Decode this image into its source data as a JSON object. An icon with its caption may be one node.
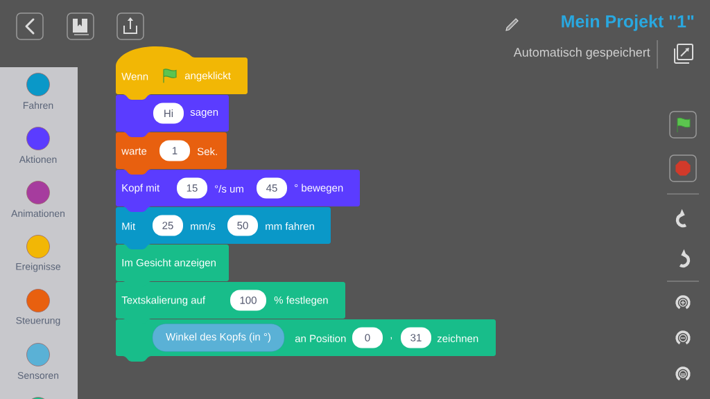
{
  "diagram": {
    "title": "Mein Projekt \"1\"",
    "nodes": [
      {
        "text": [
          "Fahren"
        ]
      },
      {
        "text": [
          "Aktionen"
        ]
      },
      {
        "text": [
          "Animationen"
        ]
      },
      {
        "text": [
          "Ereignisse"
        ]
      },
      {
        "text": [
          "Steuerung"
        ]
      },
      {
        "text": [
          "Sensoren"
        ]
      },
      {
        "text": [],
        "shape": "circle"
      },
      {
        "text": [
          "Wenn",
          "angeklickt"
        ]
      },
      {
        "text": [
          "sagen"
        ]
      },
      {
        "text": [
          "Hi"
        ],
        "in": 8
      },
      {
        "text": [
          "warte",
          "Sek."
        ]
      },
      {
        "text": [
          "1"
        ],
        "in": 10
      },
      {
        "text": [
          "Kopf mit",
          "°/s um",
          "° bewegen"
        ]
      },
      {
        "text": [
          "15"
        ],
        "in": 12
      },
      {
        "text": [
          "45"
        ],
        "in": 12
      },
      {
        "text": [
          "Mit",
          "mm/s",
          "mm fahren"
        ]
      },
      {
        "text": [
          "25"
        ],
        "in": 15
      },
      {
        "text": [
          "50"
        ],
        "in": 15
      },
      {
        "text": [
          "Im Gesicht anzeigen"
        ]
      },
      {
        "text": [
          "Textskalierung auf",
          "% festlegen"
        ]
      },
      {
        "text": [
          "100"
        ],
        "in": 19
      },
      {
        "text": [
          "an Position",
          ",",
          "zeichnen"
        ]
      },
      {
        "text": [
          "Winkel des Kopfs (in °)"
        ],
        "in": 21
      },
      {
        "text": [
          "0"
        ],
        "in": 21
      },
      {
        "text": [
          "31"
        ],
        "in": 21
      }
    ],
    "labels": [
      "Automatisch gespeichert"
    ]
  }
}
